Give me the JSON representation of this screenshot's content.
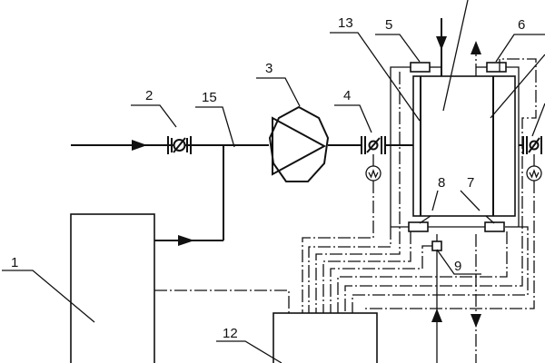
{
  "labels": {
    "l1": "1",
    "l2": "2",
    "l3": "3",
    "l4": "4",
    "l5": "5",
    "l6": "6",
    "l7": "7",
    "l8": "8",
    "l9": "9",
    "l12": "12",
    "l13": "13",
    "l15": "15"
  }
}
